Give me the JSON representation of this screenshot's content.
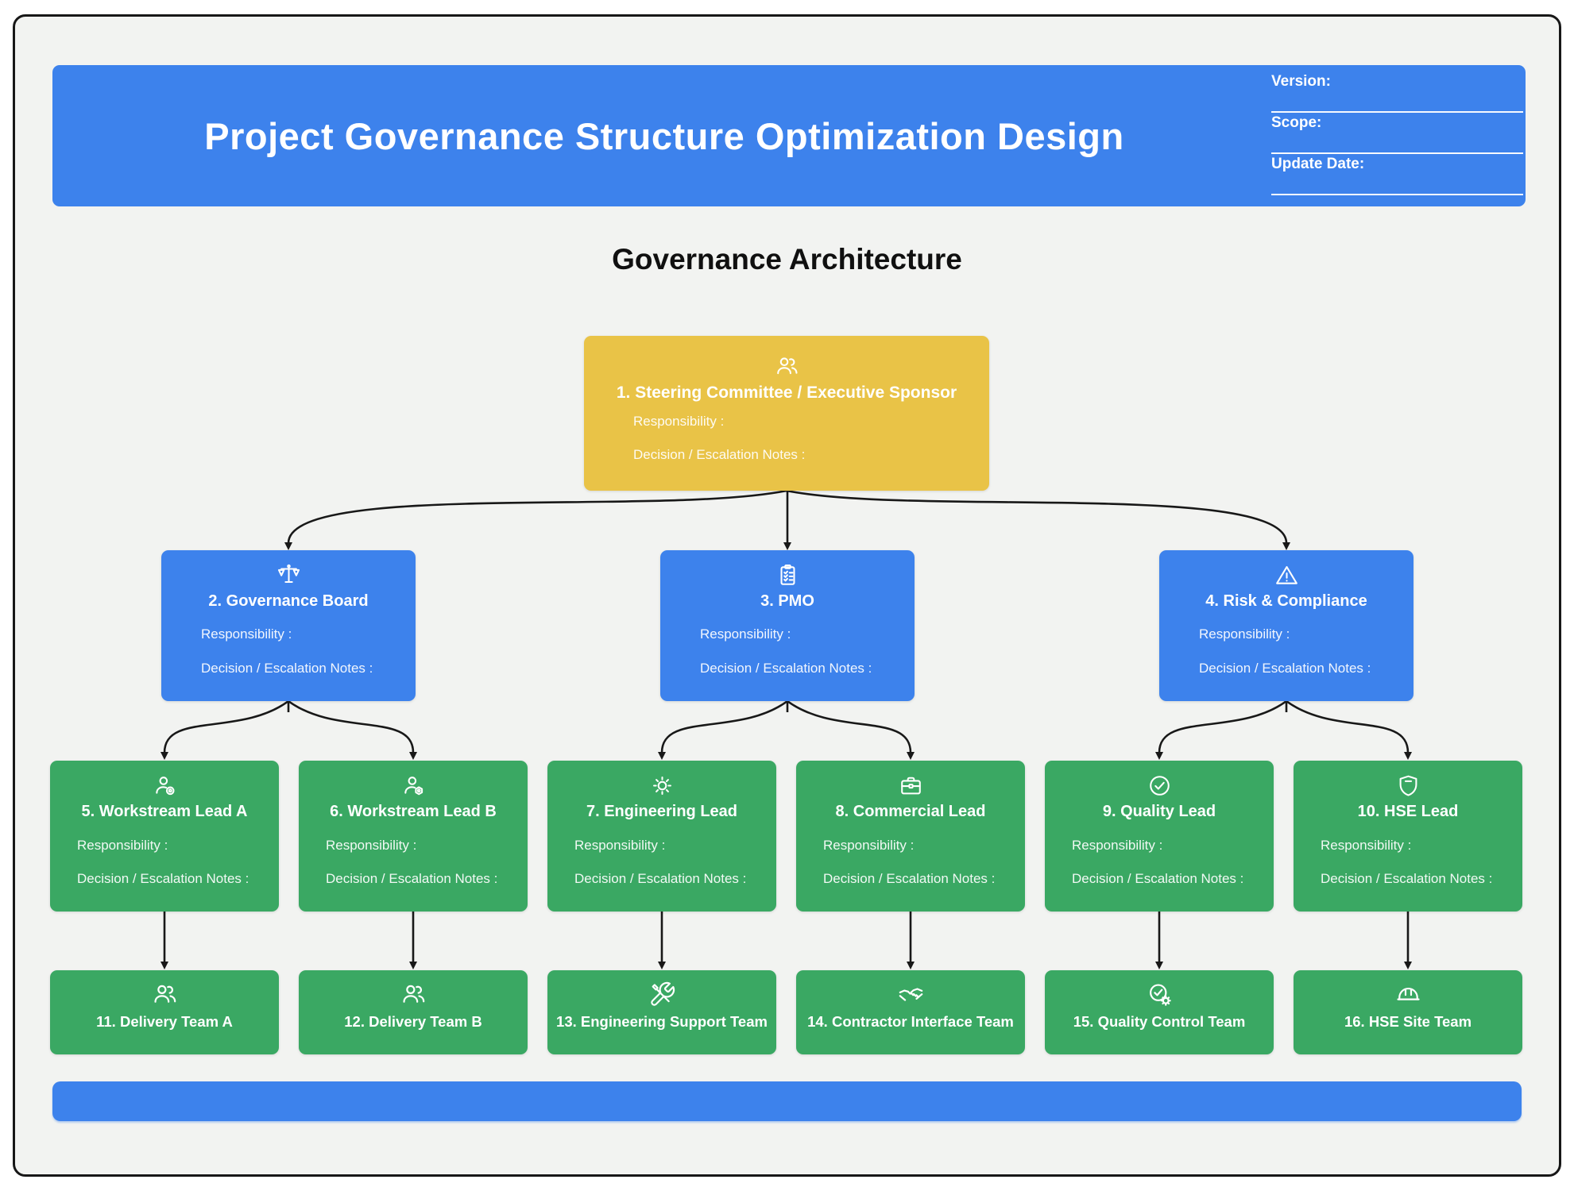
{
  "header": {
    "title": "Project Governance Structure Optimization Design",
    "meta": [
      {
        "label": "Version:",
        "value": ""
      },
      {
        "label": "Scope:",
        "value": ""
      },
      {
        "label": "Update Date:",
        "value": ""
      }
    ]
  },
  "section": {
    "title": "Governance Architecture"
  },
  "labels": {
    "responsibility": "Responsibility :",
    "decision": "Decision / Escalation Notes :"
  },
  "colors": {
    "header_blue": "#3d82ec",
    "node_blue": "#3d82ec",
    "node_green": "#3aa863",
    "node_yellow": "#e9c347",
    "connector_black": "#181818",
    "background_grey": "#f2f3f1"
  },
  "nodes": {
    "level1": [
      {
        "title": "1. Steering Committee / Executive Sponsor",
        "icon": "people-group-icon"
      }
    ],
    "level2": [
      {
        "title": "2. Governance Board",
        "icon": "balance-scale-icon"
      },
      {
        "title": "3. PMO",
        "icon": "clipboard-check-icon"
      },
      {
        "title": "4. Risk & Compliance",
        "icon": "warning-triangle-icon"
      }
    ],
    "level3": [
      {
        "title": "5. Workstream Lead A",
        "icon": "person-target-icon"
      },
      {
        "title": "6. Workstream Lead B",
        "icon": "person-gear-icon"
      },
      {
        "title": "7. Engineering Lead",
        "icon": "gear-icon"
      },
      {
        "title": "8. Commercial Lead",
        "icon": "briefcase-icon"
      },
      {
        "title": "9. Quality Lead",
        "icon": "check-circle-icon"
      },
      {
        "title": "10. HSE Lead",
        "icon": "shield-icon"
      }
    ],
    "level4": [
      {
        "title": "11. Delivery Team A",
        "icon": "people-group-icon"
      },
      {
        "title": "12. Delivery Team B",
        "icon": "people-group-icon"
      },
      {
        "title": "13. Engineering Support Team",
        "icon": "tools-icon"
      },
      {
        "title": "14. Contractor Interface Team",
        "icon": "handshake-icon"
      },
      {
        "title": "15. Quality Control Team",
        "icon": "check-gear-icon"
      },
      {
        "title": "16. HSE Site Team",
        "icon": "hard-hat-icon"
      }
    ]
  },
  "edges": [
    {
      "from": 1,
      "to": 2
    },
    {
      "from": 1,
      "to": 3
    },
    {
      "from": 1,
      "to": 4
    },
    {
      "from": 2,
      "to": 5
    },
    {
      "from": 2,
      "to": 6
    },
    {
      "from": 3,
      "to": 7
    },
    {
      "from": 3,
      "to": 8
    },
    {
      "from": 4,
      "to": 9
    },
    {
      "from": 4,
      "to": 10
    },
    {
      "from": 5,
      "to": 11
    },
    {
      "from": 6,
      "to": 12
    },
    {
      "from": 7,
      "to": 13
    },
    {
      "from": 8,
      "to": 14
    },
    {
      "from": 9,
      "to": 15
    },
    {
      "from": 10,
      "to": 16
    }
  ]
}
